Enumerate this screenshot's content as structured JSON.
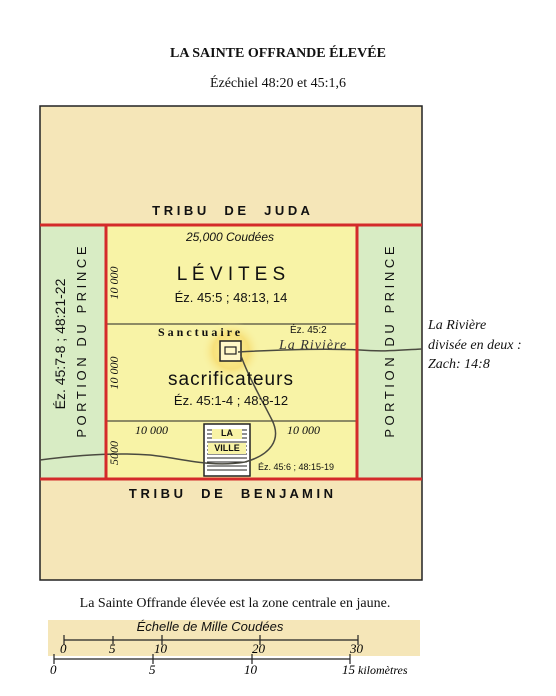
{
  "title": "LA SAINTE OFFRANDE ÉLEVÉE",
  "subtitle": "Ézéchiel 48:20 et 45:1,6",
  "colors": {
    "tan": "#f5e6b8",
    "yellow": "#f8f3a6",
    "green": "#d8ecc4",
    "red": "#d42a2a",
    "black": "#222222",
    "river": "#4a4a40"
  },
  "tribe_top": "T R I B U     D E     J U D A",
  "tribe_bottom": "T R I B U     D E     B E N J A M I N",
  "prince_left": "P O R T I O N   D U   P R I N C E",
  "prince_left_ref": "Éz. 45:7-8 ; 48:21-22",
  "prince_right": "P O R T I O N   D U   P R I N C E",
  "width_label": "25,000 Coudées",
  "levites": {
    "name": "L É V I T E S",
    "ref": "Éz. 45:5 ; 48:13, 14",
    "height": "10 000"
  },
  "sanctuary": {
    "name": "S a n c t u a i r e",
    "ref": "Éz. 45:2"
  },
  "priests": {
    "name": "sacrificateurs",
    "ref": "Éz. 45:1-4 ; 48:8-12",
    "height": "10 000"
  },
  "city": {
    "label_1": "LA",
    "label_2": "VILLE",
    "left_width": "10 000",
    "right_width": "10 000",
    "height": "5000",
    "ref": "Éz. 45:6 ; 48:15-19"
  },
  "river": {
    "label": "La Rivière",
    "note_1": "La Rivière",
    "note_2": "divisée en deux :",
    "note_3": "Zach: 14:8"
  },
  "caption": "La Sainte Offrande élevée est la zone centrale en jaune.",
  "scale": {
    "title": "Échelle de Mille Coudées",
    "upper_ticks": [
      "0",
      "5",
      "10",
      "20",
      "30"
    ],
    "lower_ticks": [
      "0",
      "5",
      "10",
      "15"
    ],
    "unit": "kilomètres"
  }
}
